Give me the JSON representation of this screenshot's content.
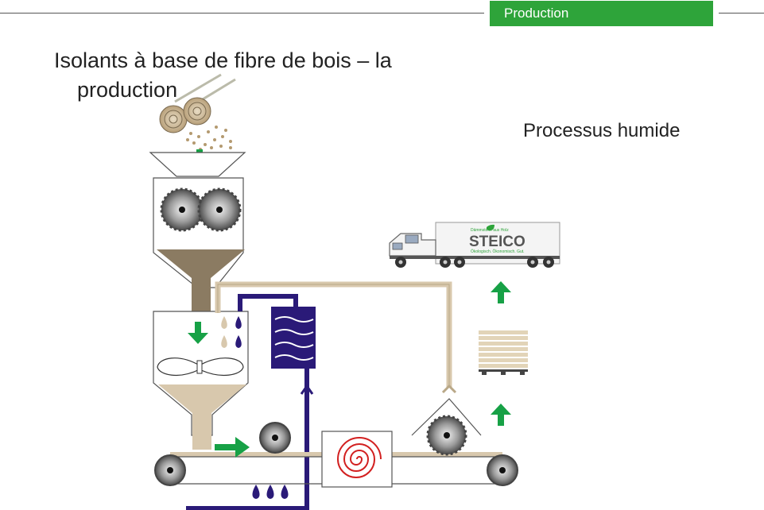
{
  "header": {
    "section_label": "Production"
  },
  "slide": {
    "title_line1": "Isolants à base de fibre de bois – la",
    "title_line2": "production",
    "subtitle": "Processus humide"
  },
  "truck": {
    "brand": "STEICO",
    "tagline_top": "Dämmstoffe aus Holz",
    "tagline_bottom": "Ökologisch. Ökonomisch. Gut."
  },
  "colors": {
    "accent_green": "#2ea43a",
    "arrow_green": "#17a146",
    "fiber_brown": "#8b7b62",
    "pulp_beige": "#d8c8ad",
    "water_blue": "#2a1a78",
    "heat_red": "#d22020"
  },
  "icons": [
    "log-icon",
    "crusher-blade-icon",
    "mixer-propeller-icon",
    "water-drop-icon",
    "heat-exchanger-icon",
    "heating-spiral-icon",
    "saw-blade-icon",
    "conveyor-roller-icon",
    "board-stack-icon",
    "truck-icon",
    "arrow-icon"
  ]
}
